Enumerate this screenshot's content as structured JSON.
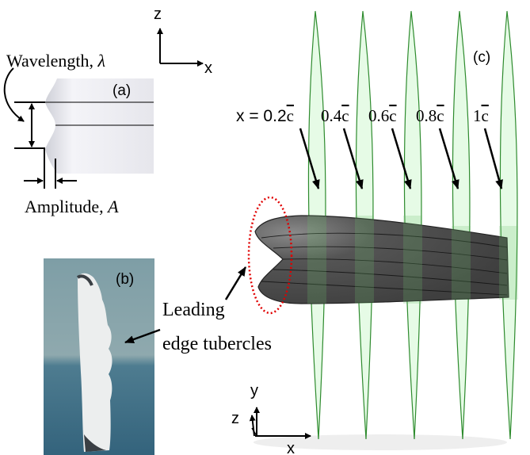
{
  "panel_a": {
    "label": "(a)",
    "wavelength_label": "Wavelength, ",
    "wavelength_symbol": "λ",
    "amplitude_label": "Amplitude, ",
    "amplitude_symbol": "A",
    "axis_z": "z",
    "axis_x": "x"
  },
  "panel_b": {
    "label": "(b)",
    "annotation_line1": "Leading",
    "annotation_line2": "edge tubercles"
  },
  "panel_c": {
    "label": "(c)",
    "stations": [
      "x = 0.2",
      "0.4",
      "0.6",
      "0.8",
      "1"
    ],
    "chord_symbol": "c",
    "axis_y": "y",
    "axis_z": "z",
    "axis_x": "x"
  },
  "colors": {
    "plane_fill": "#e6fbe6",
    "plane_stroke": "#2e8b2e",
    "wing": "#4a4a4a",
    "highlight_ellipse": "#e00000"
  }
}
